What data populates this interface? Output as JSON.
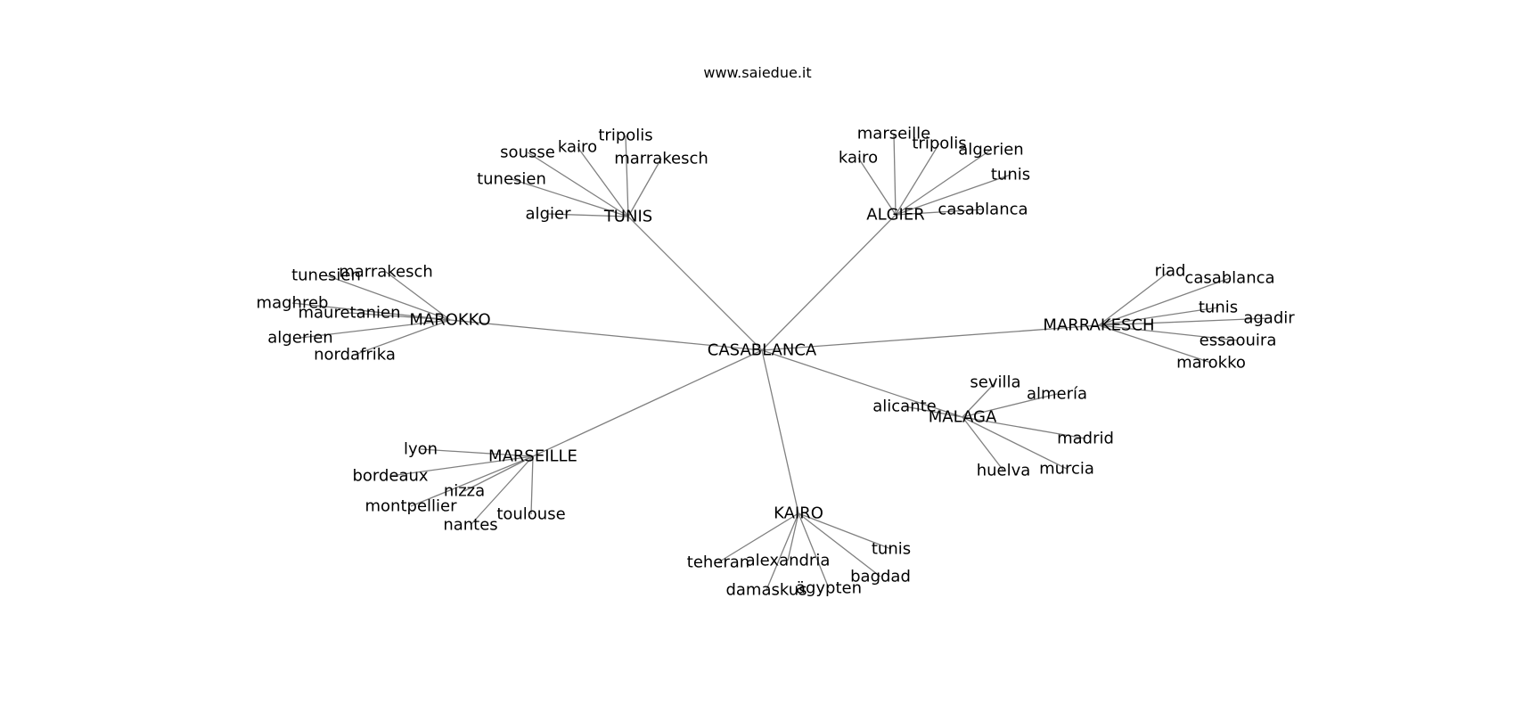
{
  "site_title": "www.saiedue.it",
  "edge_color": "#808080",
  "text_color": "#000000",
  "center": "CASABLANCA",
  "hubs": [
    {
      "name": "TUNIS",
      "leaves": [
        "tripolis",
        "kairo",
        "sousse",
        "marrakesch",
        "tunesien",
        "algier"
      ]
    },
    {
      "name": "ALGIER",
      "leaves": [
        "marseille",
        "tripolis",
        "kairo",
        "algerien",
        "tunis",
        "casablanca"
      ]
    },
    {
      "name": "MAROKKO",
      "leaves": [
        "marrakesch",
        "tunesien",
        "maghreb",
        "mauretanien",
        "algerien",
        "nordafrika"
      ]
    },
    {
      "name": "MARRAKESCH",
      "leaves": [
        "riad",
        "casablanca",
        "tunis",
        "agadir",
        "essaouira",
        "marokko"
      ]
    },
    {
      "name": "MALAGA",
      "leaves": [
        "sevilla",
        "almería",
        "alicante",
        "madrid",
        "murcia",
        "huelva"
      ]
    },
    {
      "name": "MARSEILLE",
      "leaves": [
        "lyon",
        "bordeaux",
        "nizza",
        "montpellier",
        "toulouse",
        "nantes"
      ]
    },
    {
      "name": "KAIRO",
      "leaves": [
        "tunis",
        "teheran",
        "alexandria",
        "bagdad",
        "damaskus",
        "ägypten"
      ]
    }
  ]
}
